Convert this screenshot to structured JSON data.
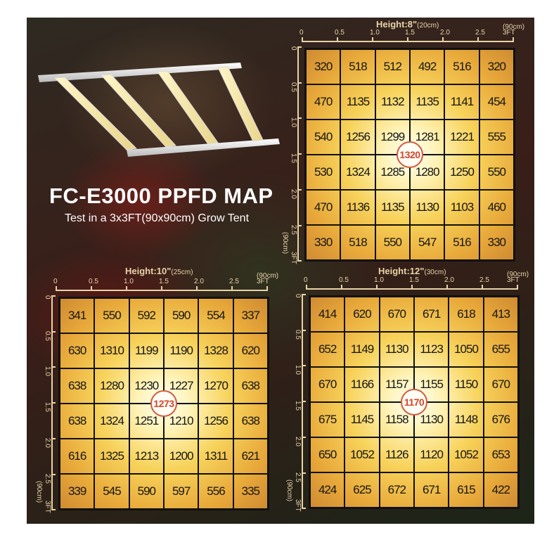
{
  "header": {
    "title": "FC-E3000 PPFD MAP",
    "subtitle": "Test in a 3x3FT(90x90cm) Grow Tent"
  },
  "chart_data": [
    {
      "type": "heatmap",
      "title": "Height:8\"",
      "title_unit": "(20cm)",
      "x_ticks": [
        "0",
        "0.5",
        "1.0",
        "1.5",
        "2.0",
        "2.5",
        "3FT"
      ],
      "y_ticks": [
        "0",
        "0.5",
        "1.0",
        "1.5",
        "2.0",
        "2.5",
        "3FT"
      ],
      "end_unit": "(90cm)",
      "center_value": 1320,
      "values": [
        [
          320,
          518,
          512,
          492,
          516,
          320
        ],
        [
          470,
          1135,
          1132,
          1135,
          1141,
          454
        ],
        [
          540,
          1256,
          1299,
          1281,
          1221,
          555
        ],
        [
          530,
          1324,
          1285,
          1280,
          1250,
          550
        ],
        [
          470,
          1136,
          1135,
          1130,
          1103,
          460
        ],
        [
          330,
          518,
          550,
          547,
          516,
          330
        ]
      ]
    },
    {
      "type": "heatmap",
      "title": "Height:10\"",
      "title_unit": "(25cm)",
      "x_ticks": [
        "0",
        "0.5",
        "1.0",
        "1.5",
        "2.0",
        "2.5",
        "3FT"
      ],
      "y_ticks": [
        "0",
        "0.5",
        "1.0",
        "1.5",
        "2.0",
        "2.5",
        "3FT"
      ],
      "end_unit": "(90cm)",
      "center_value": 1273,
      "values": [
        [
          341,
          550,
          592,
          590,
          554,
          337
        ],
        [
          630,
          1310,
          1199,
          1190,
          1328,
          620
        ],
        [
          638,
          1280,
          1230,
          1227,
          1270,
          638
        ],
        [
          638,
          1324,
          1251,
          1210,
          1256,
          638
        ],
        [
          616,
          1325,
          1213,
          1200,
          1311,
          621
        ],
        [
          339,
          545,
          590,
          597,
          556,
          335
        ]
      ]
    },
    {
      "type": "heatmap",
      "title": "Height:12\"",
      "title_unit": "(30cm)",
      "x_ticks": [
        "0",
        "0.5",
        "1.0",
        "1.5",
        "2.0",
        "2.5",
        "3FT"
      ],
      "y_ticks": [
        "0",
        "0.5",
        "1.0",
        "1.5",
        "2.0",
        "2.5",
        "3FT"
      ],
      "end_unit": "(90cm)",
      "center_value": 1170,
      "values": [
        [
          414,
          620,
          670,
          671,
          618,
          413
        ],
        [
          652,
          1149,
          1130,
          1123,
          1050,
          655
        ],
        [
          670,
          1166,
          1157,
          1155,
          1150,
          670
        ],
        [
          675,
          1145,
          1158,
          1130,
          1148,
          676
        ],
        [
          650,
          1052,
          1126,
          1120,
          1052,
          653
        ],
        [
          424,
          625,
          672,
          671,
          615,
          422
        ]
      ]
    }
  ],
  "colors": {
    "center_marker": "#d2452b",
    "axis": "#e8d3a8",
    "hot": "#fffef6",
    "cool": "#cf8a32"
  }
}
